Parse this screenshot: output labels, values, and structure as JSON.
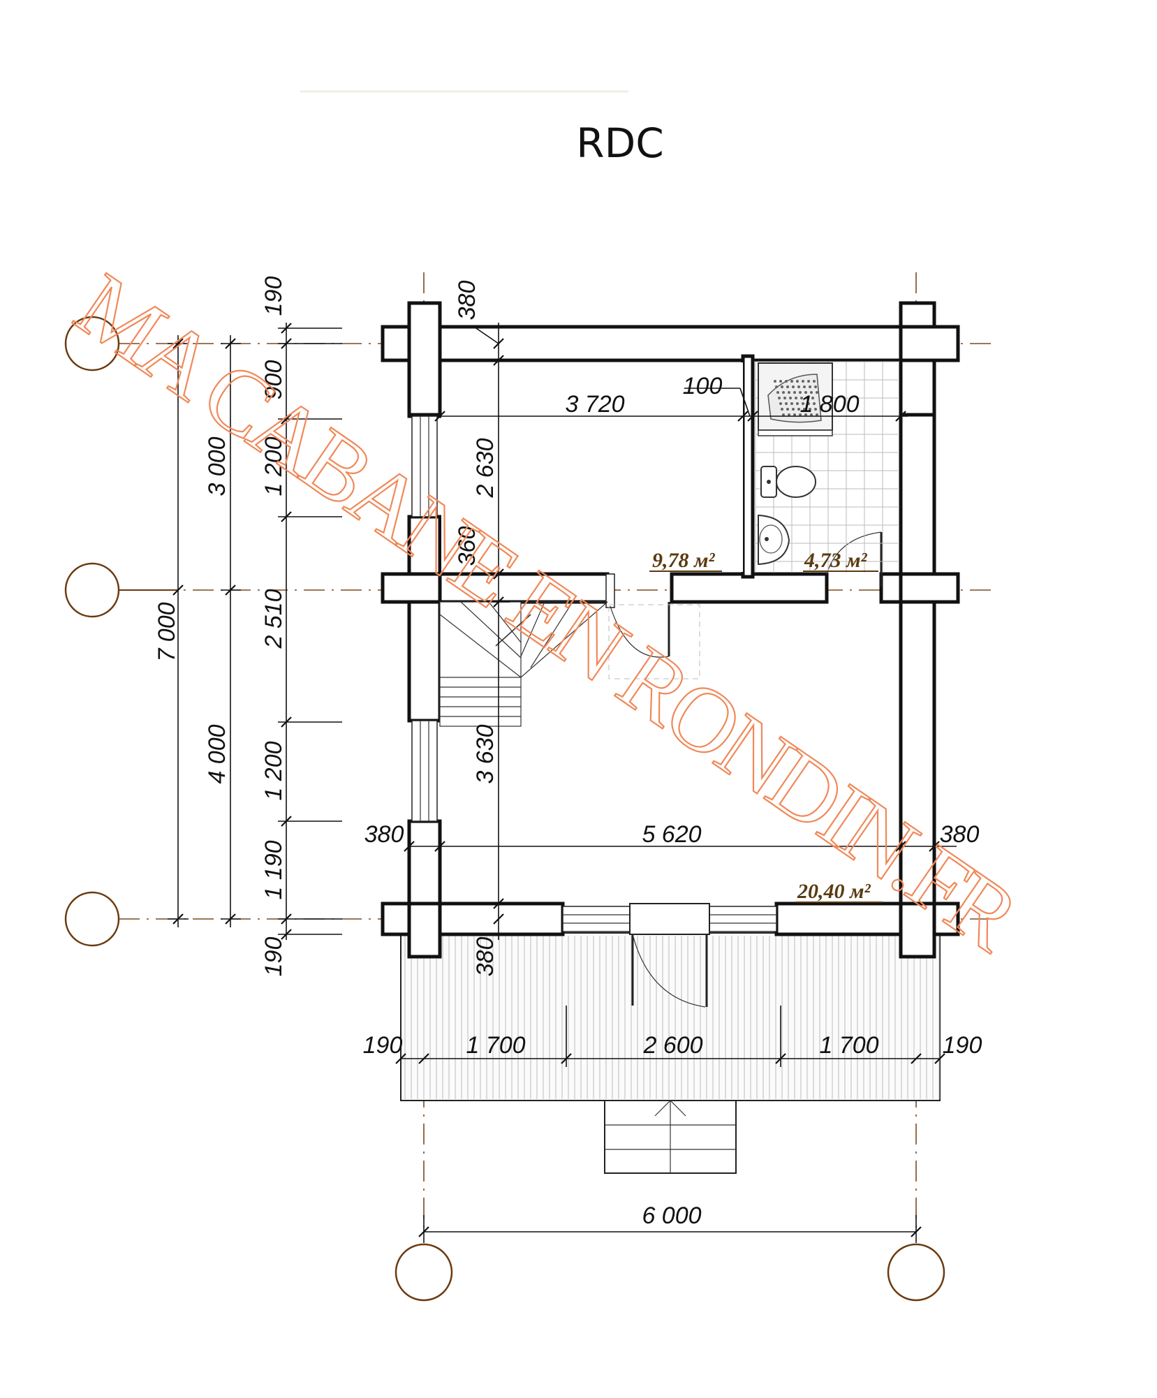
{
  "title": "RDC",
  "watermark": "MA CABANE EN RONDIN.FR",
  "areas": {
    "room_small": "9,78 м²",
    "bathroom": "4,73 м²",
    "room_main": "20,40 м²"
  },
  "dimensions": {
    "left_total": "7 000",
    "left_upper": "3 000",
    "left_lower": "4 000",
    "left_190_top": "190",
    "left_900": "900",
    "left_1200_top": "1 200",
    "left_2510": "2 510",
    "left_1200_bottom": "1 200",
    "left_1190": "1 190",
    "left_190_bottom": "190",
    "inner_380_top": "380",
    "inner_2630": "2 630",
    "inner_360": "360",
    "inner_3630": "3 630",
    "inner_380_bottom": "380",
    "room_width": "3 720",
    "partition": "100",
    "bath_width": "1 800",
    "main_width": "5 620",
    "wall_left": "380",
    "wall_right": "380",
    "terrace_190_left": "190",
    "terrace_1700_left": "1 700",
    "terrace_2600": "2 600",
    "terrace_1700_right": "1 700",
    "terrace_190_right": "190",
    "overall_width": "6 000"
  },
  "colors": {
    "watermark": "#f08858",
    "area_text": "#5a3a10",
    "axis": "#7a4a20"
  }
}
